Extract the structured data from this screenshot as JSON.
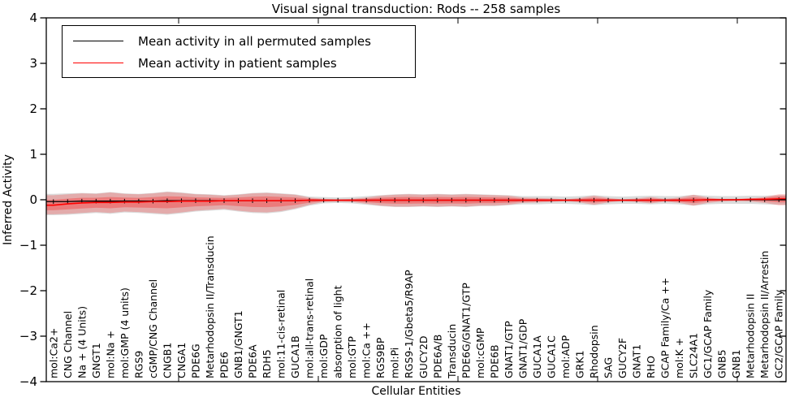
{
  "title": "Visual signal transduction: Rods -- 258 samples",
  "axes": {
    "x_label": "Cellular Entities",
    "y_label": "Inferred Activity"
  },
  "legend": {
    "items": [
      {
        "label": "Mean activity in all permuted samples",
        "color": "#000000"
      },
      {
        "label": "Mean activity in patient samples",
        "color": "#ff0000"
      }
    ]
  },
  "colors": {
    "patient": "#ff0000",
    "permuted_line": "#000000",
    "permuted_band": "#b0b0b0",
    "frame": "#000000"
  },
  "chart_data": {
    "type": "line",
    "title": "Visual signal transduction: Rods -- 258 samples",
    "xlabel": "Cellular Entities",
    "ylabel": "Inferred Activity",
    "ylim": [
      -4,
      4
    ],
    "yticks": [
      -4,
      -3,
      -2,
      -1,
      0,
      1,
      2,
      3,
      4
    ],
    "grid": false,
    "legend_position": "upper left",
    "x_tick_label_rotation": 90,
    "categories": [
      "mol:Ca2+",
      "CNG Channel",
      "Na + (4 Units)",
      "GNGT1",
      "mol:Na +",
      "mol:GMP (4 units)",
      "RGS9",
      "cGMP/CNG Channel",
      "CNGB1",
      "CNGA1",
      "PDE6G",
      "Metarhodopsin II/Transducin",
      "PDE6",
      "GNB1/GNGT1",
      "PDE6A",
      "RDH5",
      "mol:11-cis-retinal",
      "GUCA1B",
      "mol:all-trans-retinal",
      "mol:GDP",
      "absorption of light",
      "mol:GTP",
      "mol:Ca ++",
      "RGS9BP",
      "mol:Pi",
      "RGS9-1/Gbeta5/R9AP",
      "GUCY2D",
      "PDE6A/B",
      "Transducin",
      "PDE6G/GNAT1/GTP",
      "mol:cGMP",
      "PDE6B",
      "GNAT1/GTP",
      "GNAT1/GDP",
      "GUCA1A",
      "GUCA1C",
      "mol:ADP",
      "GRK1",
      "Rhodopsin",
      "SAG",
      "GUCY2F",
      "GNAT1",
      "RHO",
      "GCAP Family/Ca ++",
      "mol:K +",
      "SLC24A1",
      "GC1/GCAP Family",
      "GNB5",
      "GNB1",
      "Metarhodopsin II",
      "Metarhodopsin II/Arrestin",
      "GC2/GCAP Family"
    ],
    "series": [
      {
        "name": "Mean activity in all permuted samples",
        "color": "#000000",
        "values": [
          -0.04,
          -0.04,
          -0.03,
          -0.03,
          -0.03,
          -0.03,
          -0.03,
          -0.03,
          -0.02,
          -0.02,
          -0.02,
          -0.02,
          -0.02,
          -0.02,
          -0.02,
          -0.02,
          -0.02,
          -0.02,
          -0.01,
          -0.01,
          -0.01,
          -0.01,
          -0.01,
          -0.01,
          -0.01,
          -0.01,
          -0.01,
          -0.01,
          -0.01,
          -0.01,
          -0.01,
          -0.01,
          -0.01,
          -0.01,
          -0.01,
          -0.01,
          -0.01,
          -0.01,
          -0.01,
          -0.01,
          -0.01,
          -0.01,
          -0.01,
          -0.01,
          -0.01,
          -0.01,
          0.0,
          0.0,
          0.0,
          0.0,
          0.0,
          0.0
        ]
      },
      {
        "name": "Mean activity in patient samples",
        "color": "#ff0000",
        "values": [
          -0.12,
          -0.09,
          -0.07,
          -0.06,
          -0.06,
          -0.05,
          -0.05,
          -0.04,
          -0.04,
          -0.03,
          -0.03,
          -0.03,
          -0.02,
          -0.02,
          -0.02,
          -0.02,
          -0.02,
          -0.02,
          -0.01,
          -0.01,
          -0.01,
          -0.01,
          -0.01,
          -0.01,
          -0.01,
          -0.01,
          -0.01,
          -0.01,
          -0.01,
          -0.01,
          -0.01,
          -0.01,
          -0.01,
          -0.01,
          -0.01,
          -0.01,
          -0.01,
          -0.01,
          -0.01,
          -0.01,
          -0.01,
          -0.01,
          -0.01,
          -0.01,
          -0.01,
          -0.01,
          0.0,
          0.0,
          0.0,
          0.01,
          0.01,
          0.02
        ]
      }
    ],
    "bands": [
      {
        "name": "permuted-sample-range",
        "color": "#b0b0b0",
        "opacity": 0.45,
        "upper": [
          0.13,
          0.14,
          0.15,
          0.14,
          0.17,
          0.14,
          0.13,
          0.15,
          0.18,
          0.16,
          0.13,
          0.12,
          0.1,
          0.12,
          0.15,
          0.16,
          0.14,
          0.12,
          0.07,
          0.06,
          0.05,
          0.06,
          0.08,
          0.1,
          0.12,
          0.13,
          0.12,
          0.13,
          0.12,
          0.13,
          0.12,
          0.11,
          0.1,
          0.08,
          0.08,
          0.08,
          0.07,
          0.08,
          0.1,
          0.08,
          0.07,
          0.08,
          0.09,
          0.08,
          0.08,
          0.11,
          0.09,
          0.08,
          0.08,
          0.09,
          0.09,
          0.1
        ],
        "lower": [
          -0.34,
          -0.33,
          -0.31,
          -0.29,
          -0.31,
          -0.28,
          -0.29,
          -0.31,
          -0.33,
          -0.3,
          -0.26,
          -0.24,
          -0.22,
          -0.26,
          -0.29,
          -0.3,
          -0.27,
          -0.21,
          -0.13,
          -0.08,
          -0.07,
          -0.08,
          -0.11,
          -0.14,
          -0.16,
          -0.16,
          -0.15,
          -0.16,
          -0.15,
          -0.16,
          -0.14,
          -0.14,
          -0.12,
          -0.1,
          -0.1,
          -0.09,
          -0.09,
          -0.1,
          -0.12,
          -0.1,
          -0.09,
          -0.09,
          -0.1,
          -0.09,
          -0.1,
          -0.13,
          -0.1,
          -0.09,
          -0.09,
          -0.09,
          -0.1,
          -0.11
        ]
      },
      {
        "name": "patient-sample-range",
        "color": "#ff0000",
        "opacity": 0.22,
        "upper": [
          0.1,
          0.12,
          0.14,
          0.13,
          0.16,
          0.13,
          0.12,
          0.14,
          0.17,
          0.15,
          0.12,
          0.11,
          0.09,
          0.11,
          0.14,
          0.15,
          0.13,
          0.11,
          0.05,
          0.02,
          0.01,
          0.02,
          0.05,
          0.09,
          0.11,
          0.12,
          0.11,
          0.12,
          0.11,
          0.12,
          0.11,
          0.1,
          0.09,
          0.05,
          0.04,
          0.03,
          0.01,
          0.04,
          0.09,
          0.04,
          0.01,
          0.03,
          0.06,
          0.02,
          0.05,
          0.11,
          0.05,
          0.02,
          0.02,
          0.03,
          0.06,
          0.12
        ],
        "lower": [
          -0.32,
          -0.31,
          -0.29,
          -0.27,
          -0.29,
          -0.26,
          -0.27,
          -0.29,
          -0.31,
          -0.28,
          -0.24,
          -0.22,
          -0.2,
          -0.24,
          -0.27,
          -0.28,
          -0.25,
          -0.19,
          -0.11,
          -0.05,
          -0.04,
          -0.05,
          -0.09,
          -0.13,
          -0.15,
          -0.15,
          -0.14,
          -0.15,
          -0.14,
          -0.15,
          -0.13,
          -0.13,
          -0.11,
          -0.07,
          -0.06,
          -0.05,
          -0.03,
          -0.06,
          -0.11,
          -0.06,
          -0.03,
          -0.05,
          -0.08,
          -0.04,
          -0.07,
          -0.13,
          -0.07,
          -0.04,
          -0.03,
          -0.04,
          -0.07,
          -0.12
        ]
      }
    ],
    "inner_band_scale": 0.55,
    "inner_band_opacity": 0.28,
    "error_tick_halfwidth": 0.05
  }
}
